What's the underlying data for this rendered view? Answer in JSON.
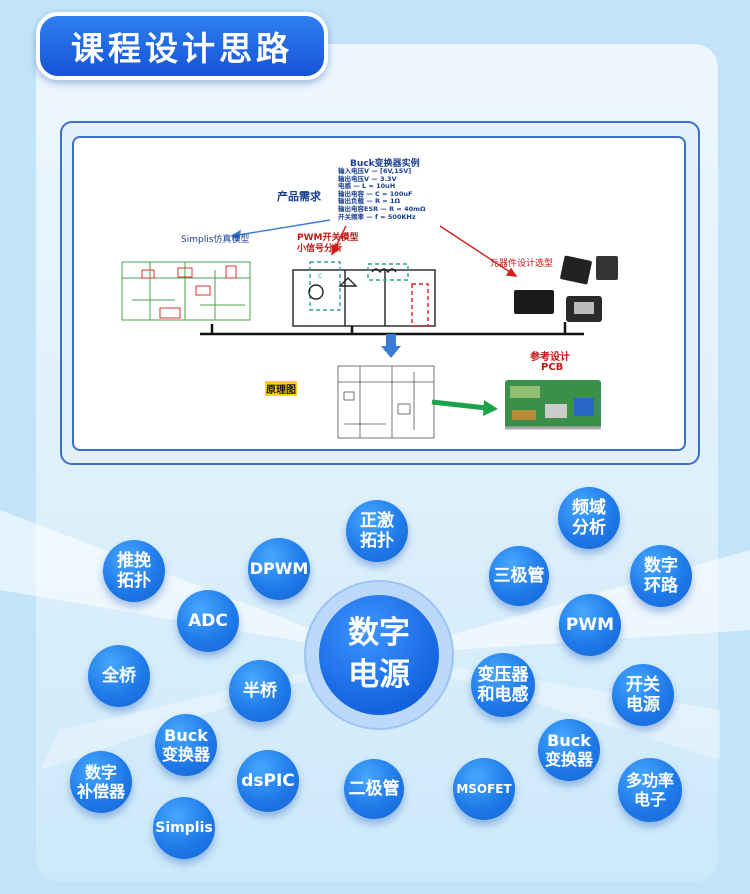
{
  "header": {
    "title": "课程设计思路"
  },
  "diagram": {
    "spec_title": "Buck变换器实例",
    "spec_lines": [
      "输入电压V — [6V,15V]",
      "输出电压V — 3.3V",
      "电感 — L = 10uH",
      "输出电容 — C = 100uF",
      "输出负载 — R = 1Ω",
      "输出电容ESR — R = 40mΩ",
      "开关频率 — f = 500KHz"
    ],
    "product_req": "产品需求",
    "simplis_model": "Simplis仿真模型",
    "pwm_model_1": "PWM开关模型",
    "pwm_model_2": "小信号分析",
    "component_design": "元器件设计选型",
    "ref_design": "参考设计",
    "pcb": "PCB",
    "schematic": "原理图"
  },
  "center": {
    "line1": "数字",
    "line2": "电源"
  },
  "bubbles": [
    {
      "id": "zhengji-tuopu",
      "line1": "正激",
      "line2": "拓扑"
    },
    {
      "id": "pinyu-fenxi",
      "line1": "频域",
      "line2": "分析"
    },
    {
      "id": "tuiwan-tuopu",
      "line1": "推挽",
      "line2": "拓扑"
    },
    {
      "id": "dpwm",
      "line1": "DPWM",
      "line2": ""
    },
    {
      "id": "sanjiguan",
      "line1": "三极管",
      "line2": ""
    },
    {
      "id": "shuzi-huanlu",
      "line1": "数字",
      "line2": "环路"
    },
    {
      "id": "adc",
      "line1": "ADC",
      "line2": ""
    },
    {
      "id": "pwm",
      "line1": "PWM",
      "line2": ""
    },
    {
      "id": "quanqiao",
      "line1": "全桥",
      "line2": ""
    },
    {
      "id": "banqiao",
      "line1": "半桥",
      "line2": ""
    },
    {
      "id": "bianyaqi-diangan",
      "line1": "变压器",
      "line2": "和电感"
    },
    {
      "id": "kaiguan-dianyuan",
      "line1": "开关",
      "line2": "电源"
    },
    {
      "id": "buck-left",
      "line1": "Buck",
      "line2": "变换器"
    },
    {
      "id": "buck-right",
      "line1": "Buck",
      "line2": "变换器"
    },
    {
      "id": "shuzi-buchangqi",
      "line1": "数字",
      "line2": "补偿器"
    },
    {
      "id": "dspic",
      "line1": "dsPIC",
      "line2": ""
    },
    {
      "id": "erjiguan",
      "line1": "二极管",
      "line2": ""
    },
    {
      "id": "msofet",
      "line1": "MSOFET",
      "line2": ""
    },
    {
      "id": "duogonglv-dianzi",
      "line1": "多功率",
      "line2": "电子"
    },
    {
      "id": "simplis",
      "line1": "Simplis",
      "line2": ""
    }
  ],
  "colors": {
    "accent": "#1f7ae8",
    "header": "#1653d6",
    "frame": "#3d6fc9",
    "red": "#d81e1e"
  }
}
